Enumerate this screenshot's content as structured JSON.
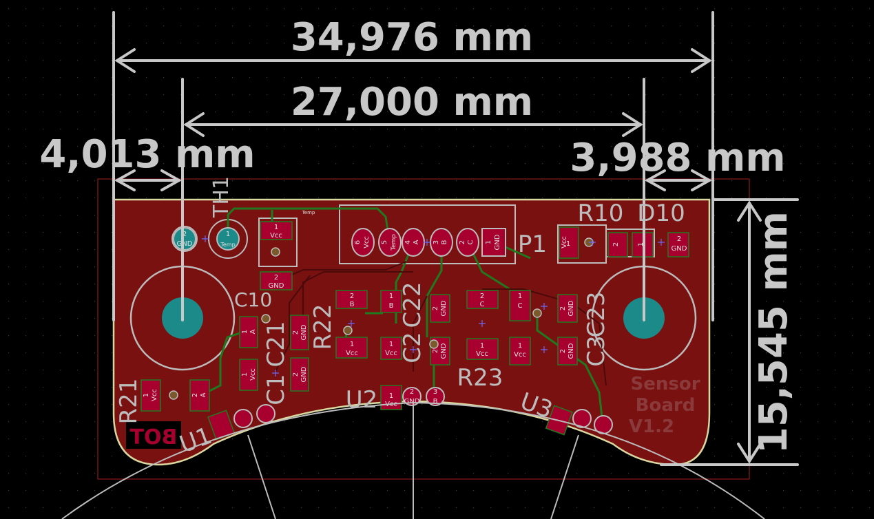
{
  "colors": {
    "background": "#000000",
    "grid_dot": "#3a3a3a",
    "board_fill": "#7a1111",
    "board_outline": "#d8d8a0",
    "copper_trace": "#1f7a1f",
    "pad_fill": "#a8002e",
    "pad_ring": "#bcbcbc",
    "via_fill": "#1d8a8a",
    "silkscreen": "#bdbdbd",
    "dimension": "#c8c8c8",
    "fab_text": "#8a3a3a",
    "courtyard": "#8b1a1a"
  },
  "dimensions": {
    "overall_width": "34,976 mm",
    "hole_spacing": "27,000 mm",
    "left_offset": "4,013 mm",
    "right_offset": "3,988 mm",
    "height": "15,545 mm"
  },
  "references": {
    "th1": "TH1",
    "c10": "C10",
    "c21": "C21",
    "c1": "C1",
    "r22": "R22",
    "c22": "C22",
    "c2": "C2",
    "c23": "C23",
    "c3": "C3",
    "r21": "R21",
    "r23": "R23",
    "r10": "R10",
    "d10": "D10",
    "p1": "P1",
    "u1": "U1",
    "u2": "U2",
    "u3": "U3",
    "bot": "BOT"
  },
  "board_text": {
    "line1": "Sensor",
    "line2": "Board",
    "line3": "V1.2"
  },
  "net_labels": {
    "vcc": "Vcc",
    "gnd": "GND",
    "temp": "Temp",
    "a": "A",
    "b": "B",
    "c": "C"
  },
  "pad_numbers": {
    "one": "1",
    "two": "2",
    "three": "3",
    "four": "4",
    "five": "5",
    "six": "6"
  }
}
